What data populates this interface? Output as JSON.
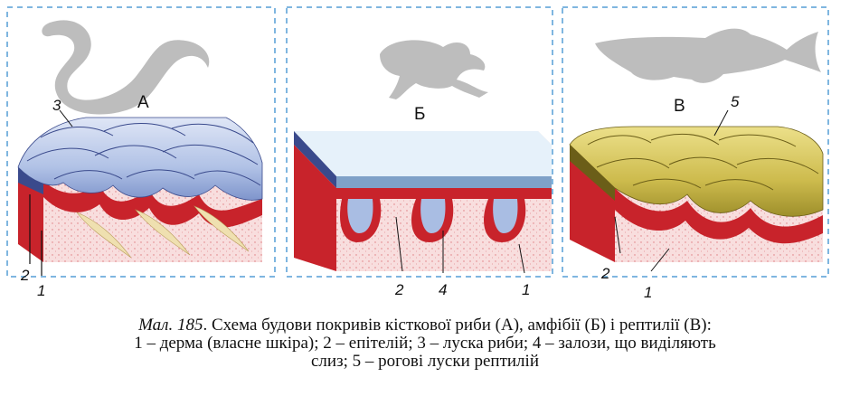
{
  "panels": [
    {
      "letter": "А",
      "animal": "snake-silhouette",
      "callouts": [
        "3",
        "2",
        "1"
      ]
    },
    {
      "letter": "Б",
      "animal": "frog-silhouette",
      "callouts": [
        "2",
        "4",
        "1"
      ]
    },
    {
      "letter": "В",
      "animal": "pike-silhouette",
      "callouts": [
        "5",
        "2",
        "1"
      ]
    }
  ],
  "caption": {
    "title": "Мал. 185",
    "line1": ". Схема будови покривів кісткової риби (А), амфібії (Б) і рептилії (В):",
    "line2": "1 – дерма (власне шкіра); 2 – епітелій; 3 – луска риби; 4 – залози, що виділяють",
    "line3": "слиз; 5 – рогові луски рептилій"
  },
  "colors": {
    "frame": "#7fb6e0",
    "silhouette": "#bdbdbd",
    "dermis": "#f6d9d9",
    "epithelium": "#c8232b",
    "fish_scale": "#a9bde3",
    "gland": "#a9bde3",
    "reptile_scale": "#c9b648"
  }
}
